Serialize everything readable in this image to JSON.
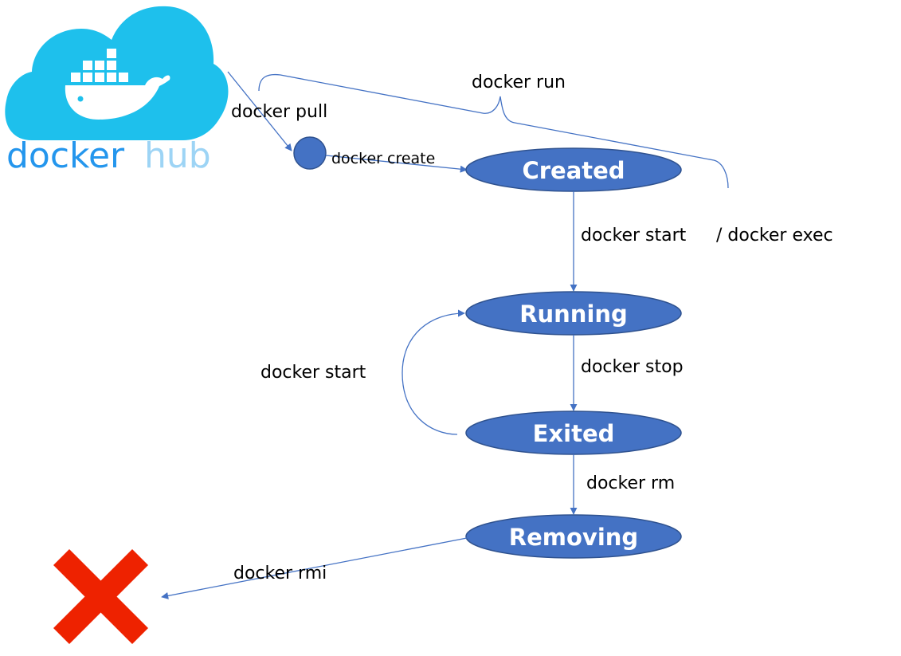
{
  "logo": {
    "text_part1": "docker",
    "text_part2": "hub",
    "cloud_color": "#1EC0EC",
    "text_color1": "#2496ED",
    "text_color2": "#9DD4F5"
  },
  "colors": {
    "state_fill": "#4472C4",
    "state_stroke": "#2F528F",
    "edge": "#4472C4",
    "delete_mark": "#EE2200"
  },
  "states": {
    "created": "Created",
    "running": "Running",
    "exited": "Exited",
    "removing": "Removing"
  },
  "commands": {
    "pull": "docker pull",
    "create": "docker create",
    "run": "docker run",
    "start_1": "docker start",
    "exec": "/ docker exec",
    "stop": "docker stop",
    "start_2": "docker start",
    "rm": "docker rm",
    "rmi": "docker rmi"
  },
  "icons": {
    "image_node": "circle",
    "deleted": "red-x-icon"
  }
}
